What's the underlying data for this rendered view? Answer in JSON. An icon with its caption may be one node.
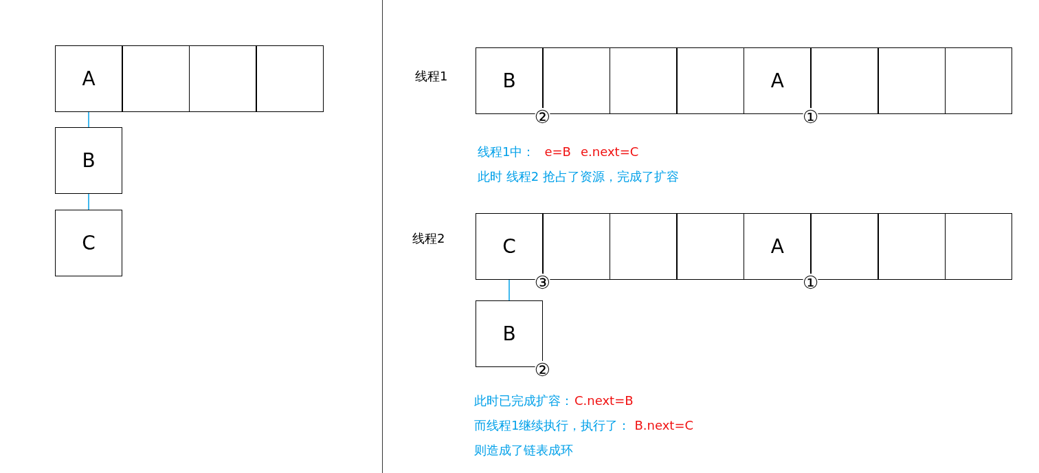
{
  "diagram": {
    "nodes": [
      {
        "text": [
          "A"
        ]
      },
      {
        "text": [],
        "shape": "box"
      },
      {
        "text": [],
        "shape": "box"
      },
      {
        "text": [],
        "shape": "box"
      },
      {
        "text": [
          "B"
        ]
      },
      {
        "text": [
          "C"
        ]
      },
      {
        "text": [
          "B"
        ],
        "beside": [
          "②"
        ]
      },
      {
        "text": [],
        "shape": "box"
      },
      {
        "text": [],
        "shape": "box"
      },
      {
        "text": [],
        "shape": "box"
      },
      {
        "text": [
          "A"
        ],
        "beside": [
          "①"
        ]
      },
      {
        "text": [],
        "shape": "box"
      },
      {
        "text": [],
        "shape": "box"
      },
      {
        "text": [],
        "shape": "box"
      },
      {
        "text": [
          "C"
        ],
        "beside": [
          "③"
        ]
      },
      {
        "text": [],
        "shape": "box"
      },
      {
        "text": [],
        "shape": "box"
      },
      {
        "text": [],
        "shape": "box"
      },
      {
        "text": [
          "A"
        ],
        "beside": [
          "①"
        ]
      },
      {
        "text": [],
        "shape": "box"
      },
      {
        "text": [],
        "shape": "box"
      },
      {
        "text": [],
        "shape": "box"
      },
      {
        "text": [
          "B"
        ],
        "beside": [
          "②"
        ]
      }
    ],
    "edges": [
      {
        "from": 0,
        "to": 4,
        "arrow": "none"
      },
      {
        "from": 4,
        "to": 5,
        "arrow": "none"
      },
      {
        "from": 14,
        "to": 22,
        "arrow": "none"
      }
    ],
    "labels": [
      "线程1",
      "线程1中：",
      "e=B",
      "e.next=C",
      "此时 线程2 抢占了资源，完成了扩容",
      "线程2",
      "此时已完成扩容：",
      "C.next=B",
      "而线程1继续执行，执行了：",
      "B.next=C",
      "则造成了链表成环"
    ]
  }
}
